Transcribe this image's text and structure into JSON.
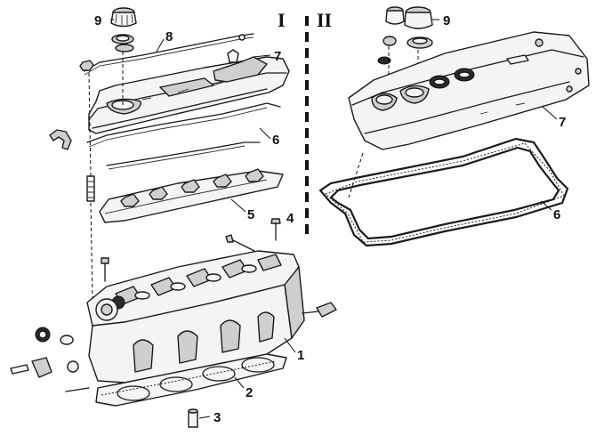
{
  "sections": {
    "left": "I",
    "right": "II"
  },
  "callouts": {
    "c1": "1",
    "c2": "2",
    "c3": "3",
    "c4": "4",
    "c5": "5",
    "c6_left": "6",
    "c6_right": "6",
    "c7_left": "7",
    "c7_right": "7",
    "c8": "8",
    "c9_left": "9",
    "c9_right": "9"
  }
}
